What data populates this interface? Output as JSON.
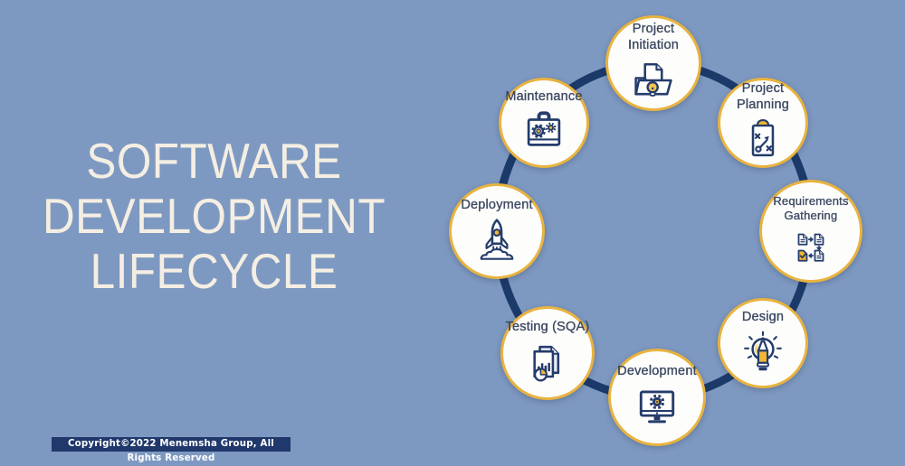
{
  "background_color": "#7e99c1",
  "title": {
    "text": "SOFTWARE\nDEVELOPMENT\nLIFECYCLE",
    "color": "#f4eee3"
  },
  "diagram": {
    "type": "cycle",
    "ring_color": "#1c3a69",
    "node_border_color": "#e8b33f",
    "node_fill": "#fdfdfc",
    "label_color": "#3c4961",
    "accent_gold": "#f2b632",
    "stages": [
      {
        "label": "Project\nInitiation",
        "icon": "folder-idea-icon"
      },
      {
        "label": "Project\nPlanning",
        "icon": "strategy-clipboard-icon"
      },
      {
        "label": "Requirements\nGathering",
        "icon": "documents-flow-icon"
      },
      {
        "label": "Design",
        "icon": "bulb-pencil-icon"
      },
      {
        "label": "Development",
        "icon": "monitor-gear-icon"
      },
      {
        "label": "Testing (SQA)",
        "icon": "report-chart-icon"
      },
      {
        "label": "Deployment",
        "icon": "rocket-launch-icon"
      },
      {
        "label": "Maintenance",
        "icon": "toolbox-gears-icon"
      }
    ]
  },
  "copyright": {
    "text": "Copyright©2022 Menemsha Group, All Rights Reserved",
    "background": "#20386b",
    "color": "#ffffff"
  }
}
